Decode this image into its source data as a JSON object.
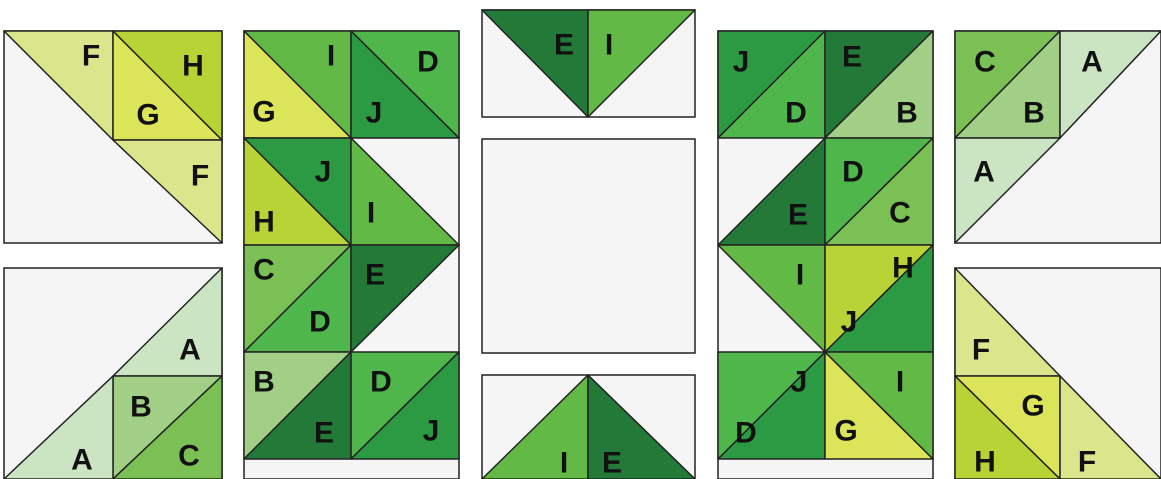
{
  "colors": {
    "background": "#f5f5f5",
    "outline": "#222222",
    "A": "#cbe5c3",
    "B": "#a1cf86",
    "C": "#7bc055",
    "D": "#4eb64a",
    "E": "#237a38",
    "F": "#dbe68c",
    "G": "#dce45a",
    "H": "#b8d335",
    "I": "#63b946",
    "J": "#2b9a43"
  },
  "blocks": [
    {
      "id": "top-left-block",
      "pieces": [
        {
          "fill": "F",
          "label": "F"
        },
        {
          "fill": "G",
          "label": "G"
        },
        {
          "fill": "H",
          "label": "H"
        },
        {
          "fill": "F",
          "label": "F"
        }
      ]
    },
    {
      "id": "bottom-left-block",
      "pieces": [
        {
          "fill": "A",
          "label": "A"
        },
        {
          "fill": "B",
          "label": "B"
        },
        {
          "fill": "C",
          "label": "C"
        },
        {
          "fill": "A",
          "label": "A"
        }
      ]
    },
    {
      "id": "left-column-row1",
      "pieces": [
        {
          "fill": "I",
          "label": "I"
        },
        {
          "fill": "G",
          "label": "G"
        },
        {
          "fill": "D",
          "label": "D"
        },
        {
          "fill": "J",
          "label": "J"
        }
      ]
    },
    {
      "id": "left-column-row2",
      "pieces": [
        {
          "fill": "J",
          "label": "J"
        },
        {
          "fill": "H",
          "label": "H"
        },
        {
          "fill": "I",
          "label": "I"
        }
      ]
    },
    {
      "id": "left-column-row3",
      "pieces": [
        {
          "fill": "C",
          "label": "C"
        },
        {
          "fill": "D",
          "label": "D"
        },
        {
          "fill": "E",
          "label": "E"
        }
      ]
    },
    {
      "id": "left-column-row4",
      "pieces": [
        {
          "fill": "B",
          "label": "B"
        },
        {
          "fill": "E",
          "label": "E"
        },
        {
          "fill": "D",
          "label": "D"
        },
        {
          "fill": "J",
          "label": "J"
        }
      ]
    },
    {
      "id": "center-top-block",
      "pieces": [
        {
          "fill": "E",
          "label": "E"
        },
        {
          "fill": "I",
          "label": "I"
        }
      ]
    },
    {
      "id": "center-bottom-block",
      "pieces": [
        {
          "fill": "I",
          "label": "I"
        },
        {
          "fill": "E",
          "label": "E"
        }
      ]
    },
    {
      "id": "right-column-row1",
      "pieces": [
        {
          "fill": "J",
          "label": "J"
        },
        {
          "fill": "D",
          "label": "D"
        },
        {
          "fill": "E",
          "label": "E"
        },
        {
          "fill": "B",
          "label": "B"
        }
      ]
    },
    {
      "id": "right-column-row2",
      "pieces": [
        {
          "fill": "E",
          "label": "E"
        },
        {
          "fill": "D",
          "label": "D"
        },
        {
          "fill": "C",
          "label": "C"
        }
      ]
    },
    {
      "id": "right-column-row3",
      "pieces": [
        {
          "fill": "I",
          "label": "I"
        },
        {
          "fill": "H",
          "label": "H"
        },
        {
          "fill": "J",
          "label": "J"
        }
      ]
    },
    {
      "id": "right-column-row4",
      "pieces": [
        {
          "fill": "J",
          "label": "J"
        },
        {
          "fill": "D",
          "label": "D"
        },
        {
          "fill": "G",
          "label": "G"
        },
        {
          "fill": "I",
          "label": "I"
        }
      ]
    },
    {
      "id": "top-right-block",
      "pieces": [
        {
          "fill": "C",
          "label": "C"
        },
        {
          "fill": "B",
          "label": "B"
        },
        {
          "fill": "A",
          "label": "A"
        },
        {
          "fill": "A",
          "label": "A"
        }
      ]
    },
    {
      "id": "bottom-right-block",
      "pieces": [
        {
          "fill": "F",
          "label": "F"
        },
        {
          "fill": "G",
          "label": "G"
        },
        {
          "fill": "H",
          "label": "H"
        },
        {
          "fill": "F",
          "label": "F"
        }
      ]
    }
  ]
}
